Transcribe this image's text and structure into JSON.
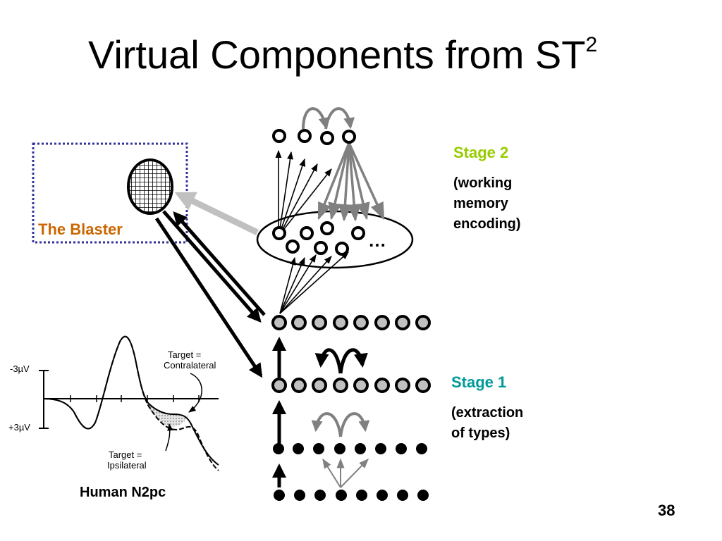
{
  "title": {
    "text": "Virtual Components from ST",
    "superscript": "2"
  },
  "stage2": {
    "heading": "Stage 2",
    "line1": "(working",
    "line2": "memory",
    "line3": "encoding)"
  },
  "stage1": {
    "heading": "Stage 1",
    "line1": "(extraction",
    "line2": "of types)"
  },
  "blaster": {
    "label": "The Blaster"
  },
  "erp": {
    "neg_label": "-3µV",
    "pos_label": "+3µV",
    "contra_line1": "Target =",
    "contra_line2": "Contralateral",
    "ipsi_line1": "Target =",
    "ipsi_line2": "Ipsilateral",
    "caption": "Human N2pc"
  },
  "wm_ellipsis": "…",
  "page_number": "38",
  "colors": {
    "stage2": "#99cc00",
    "stage1": "#009999",
    "blaster": "#cc6600",
    "blaster_box": "#333399",
    "gray_arrow": "#808080",
    "feedback_arrow": "#c0c0c0",
    "node_fill_gray": "#c0c0c0"
  },
  "icons": {
    "blaster_node": "hatched-ellipse",
    "nodes": "circle"
  }
}
